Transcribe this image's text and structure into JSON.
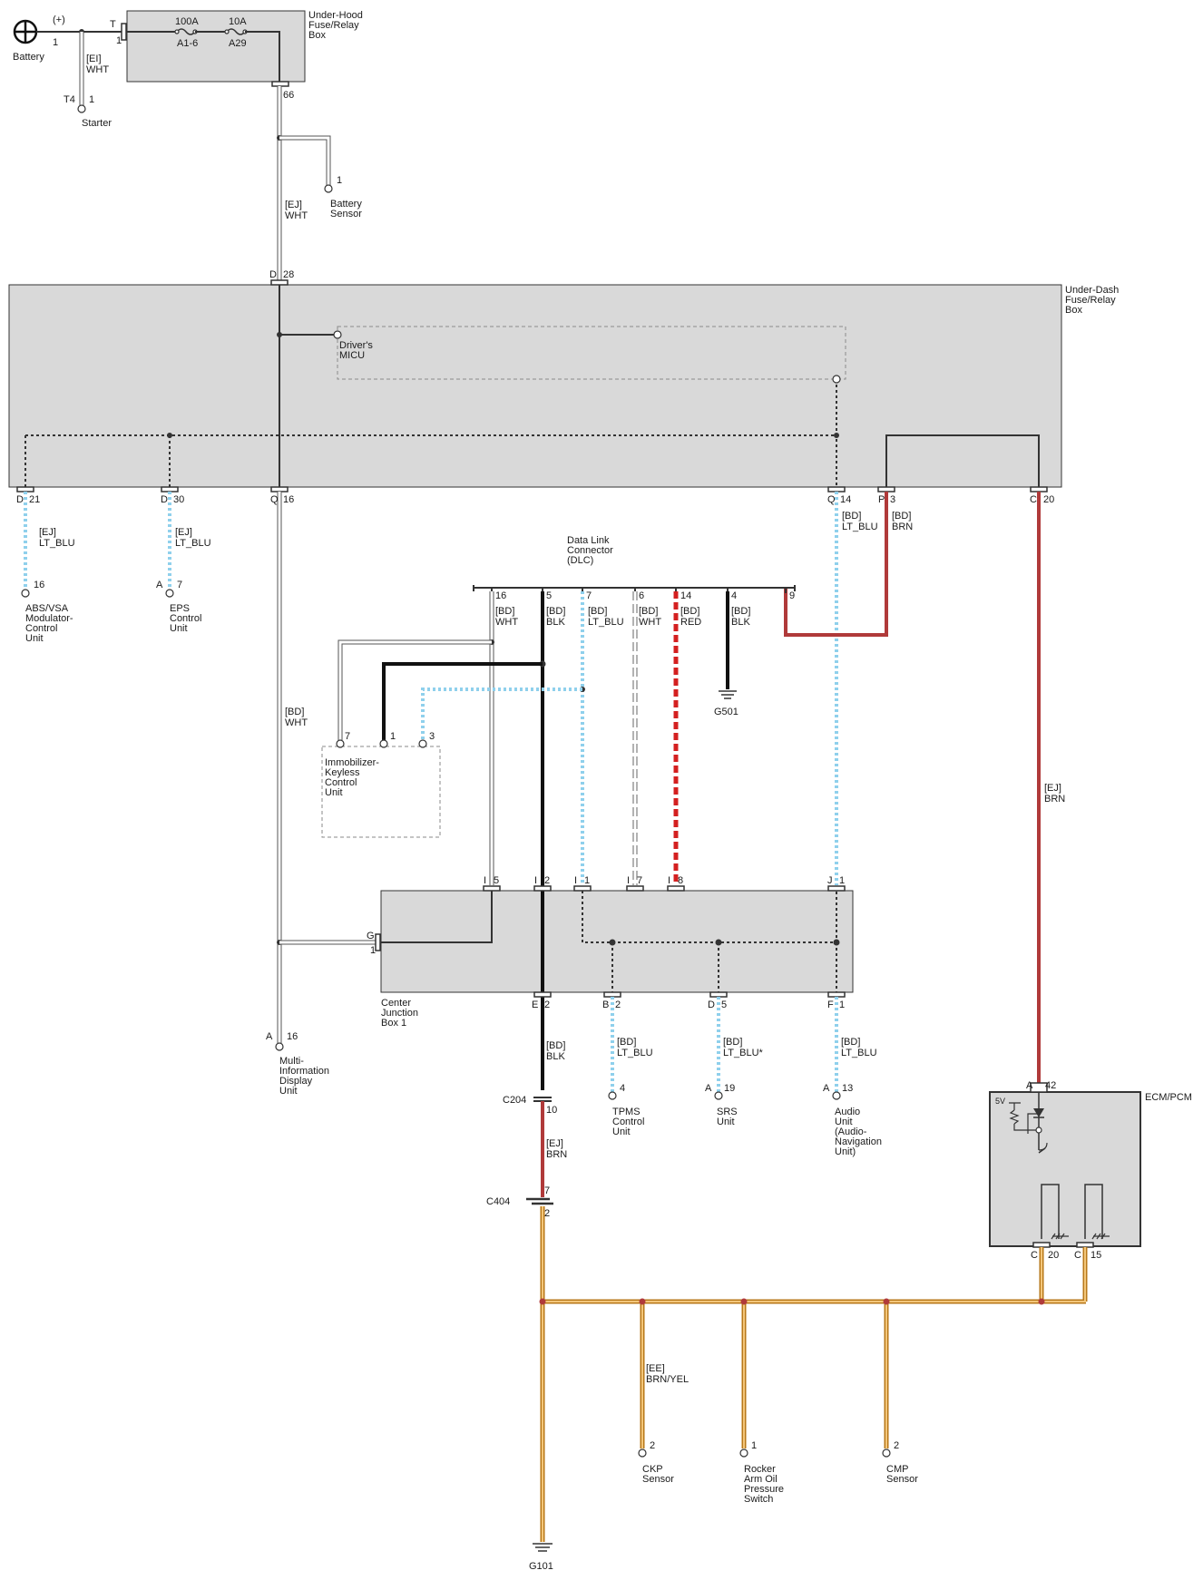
{
  "components": {
    "battery": {
      "name": "Battery",
      "polarity": "(+)",
      "pin": "1"
    },
    "starter": {
      "name": "Starter",
      "conn": "T4",
      "pin": "1"
    },
    "under_hood_box": {
      "name": [
        "Under-Hood",
        "Fuse/Relay",
        "Box"
      ],
      "conn_t": "T",
      "pin_t": "1",
      "fuse1_rating": "100A",
      "fuse1_id": "A1-6",
      "fuse2_rating": "10A",
      "fuse2_id": "A29",
      "out_pin": "66"
    },
    "battery_sensor": {
      "name": [
        "Battery",
        "Sensor"
      ],
      "pin": "1"
    },
    "under_dash_box": {
      "name": [
        "Under-Dash",
        "Fuse/Relay",
        "Box"
      ],
      "micu": [
        "Driver's",
        "MICU"
      ],
      "in_conn": "D",
      "in_pin": "28",
      "pins": [
        {
          "conn": "D",
          "pin": "21"
        },
        {
          "conn": "D",
          "pin": "30"
        },
        {
          "conn": "Q",
          "pin": "16"
        },
        {
          "conn": "Q",
          "pin": "14"
        },
        {
          "conn": "P",
          "pin": "3"
        },
        {
          "conn": "C",
          "pin": "20"
        }
      ]
    },
    "abs": {
      "name": [
        "ABS/VSA",
        "Modulator-",
        "Control",
        "Unit"
      ],
      "pin": "16"
    },
    "eps": {
      "name": [
        "EPS",
        "Control",
        "Unit"
      ],
      "conn": "A",
      "pin": "7"
    },
    "dlc": {
      "name": [
        "Data Link",
        "Connector",
        "(DLC)"
      ],
      "pins": [
        "16",
        "5",
        "7",
        "6",
        "14",
        "4",
        "9"
      ]
    },
    "g501": "G501",
    "immobilizer": {
      "name": [
        "Immobilizer-",
        "Keyless",
        "Control",
        "Unit"
      ],
      "pins": [
        "7",
        "1",
        "3"
      ]
    },
    "center_jb": {
      "name": [
        "Center",
        "Junction",
        "Box 1"
      ],
      "top_pins": [
        {
          "conn": "I",
          "pin": "5"
        },
        {
          "conn": "I",
          "pin": "2"
        },
        {
          "conn": "I",
          "pin": "1"
        },
        {
          "conn": "I",
          "pin": "7"
        },
        {
          "conn": "I",
          "pin": "8"
        },
        {
          "conn": "J",
          "pin": "1"
        }
      ],
      "side_conn": "G",
      "side_pin": "1",
      "bottom_pins": [
        {
          "conn": "E",
          "pin": "2"
        },
        {
          "conn": "B",
          "pin": "2"
        },
        {
          "conn": "D",
          "pin": "5"
        },
        {
          "conn": "F",
          "pin": "1"
        }
      ]
    },
    "mid": {
      "name": [
        "Multi-",
        "Information",
        "Display",
        "Unit"
      ],
      "conn": "A",
      "pin": "16"
    },
    "tpms": {
      "name": [
        "TPMS",
        "Control",
        "Unit"
      ],
      "pin": "4"
    },
    "srs": {
      "name": [
        "SRS",
        "Unit"
      ],
      "conn": "A",
      "pin": "19"
    },
    "audio": {
      "name": [
        "Audio",
        "Unit",
        "(Audio-",
        "Navigation",
        "Unit)"
      ],
      "conn": "A",
      "pin": "13"
    },
    "c204": {
      "name": "C204",
      "pin": "10"
    },
    "c404": {
      "name": "C404",
      "pin_top": "7",
      "pin_bot": "2"
    },
    "ecm": {
      "name": "ECM/PCM",
      "conn_a": "A",
      "pin_a": "42",
      "v5": "5V",
      "conn_c1": "C",
      "pin_c1": "20",
      "conn_c2": "C",
      "pin_c2": "15"
    },
    "ckp": {
      "name": [
        "CKP",
        "Sensor"
      ],
      "pin": "2"
    },
    "rocker": {
      "name": [
        "Rocker",
        "Arm Oil",
        "Pressure",
        "Switch"
      ],
      "pin": "1"
    },
    "cmp": {
      "name": [
        "CMP",
        "Sensor"
      ],
      "pin": "2"
    },
    "g101": "G101"
  },
  "wires": {
    "ei_wht": [
      "[EI]",
      "WHT"
    ],
    "ej_wht": [
      "[EJ]",
      "WHT"
    ],
    "ej_ltblu_abs": [
      "[EJ]",
      "LT_BLU"
    ],
    "ej_ltblu_eps": [
      "[EJ]",
      "LT_BLU"
    ],
    "bd_wht_mid": [
      "[BD]",
      "WHT"
    ],
    "bd_ltblu_q14": [
      "[BD]",
      "LT_BLU"
    ],
    "bd_brn": [
      "[BD]",
      "BRN"
    ],
    "ej_brn_ecm": [
      "[EJ]",
      "BRN"
    ],
    "dlc_16": [
      "[BD]",
      "WHT"
    ],
    "dlc_5": [
      "[BD]",
      "BLK"
    ],
    "dlc_7": [
      "[BD]",
      "LT_BLU"
    ],
    "dlc_6": [
      "[BD]",
      "WHT"
    ],
    "dlc_14": [
      "[BD]",
      "RED"
    ],
    "dlc_4": [
      "[BD]",
      "BLK"
    ],
    "bd_blk_e2": [
      "[BD]",
      "BLK"
    ],
    "bd_ltblu_b2": [
      "[BD]",
      "LT_BLU"
    ],
    "bd_ltblu_d5": [
      "[BD]",
      "LT_BLU*"
    ],
    "bd_ltblu_f1": [
      "[BD]",
      "LT_BLU"
    ],
    "ej_brn_c204": [
      "[EJ]",
      "BRN"
    ],
    "ee_brnyel": [
      "[EE]",
      "BRN/YEL"
    ]
  },
  "colors": {
    "box_fill": "#d9d9d9",
    "lt_blu": "#8fd0ec",
    "brn": "#b03a3a",
    "red": "#d42020",
    "brn_yel": "#b8781a"
  }
}
